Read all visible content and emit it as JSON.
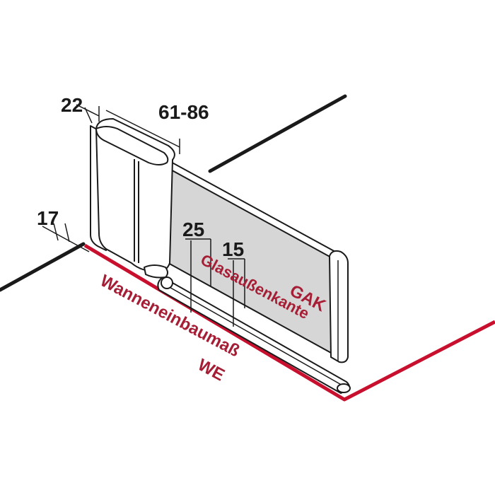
{
  "dimensions": {
    "depth": "22",
    "adjust_range": "61-86",
    "offset_left": "17",
    "glass_offset_1": "25",
    "glass_offset_2": "15"
  },
  "labels": {
    "gak_abbrev": "GAK",
    "glass_edge": "Glasaußenkante",
    "tub_mount": "Wanneneinbaumaß",
    "tub_abbrev": "WE"
  },
  "colors": {
    "line": "#1a1a1a",
    "red": "#c8102e",
    "red_text": "#a51e36",
    "glass": "#d6d6d6",
    "profile": "#ffffff"
  }
}
